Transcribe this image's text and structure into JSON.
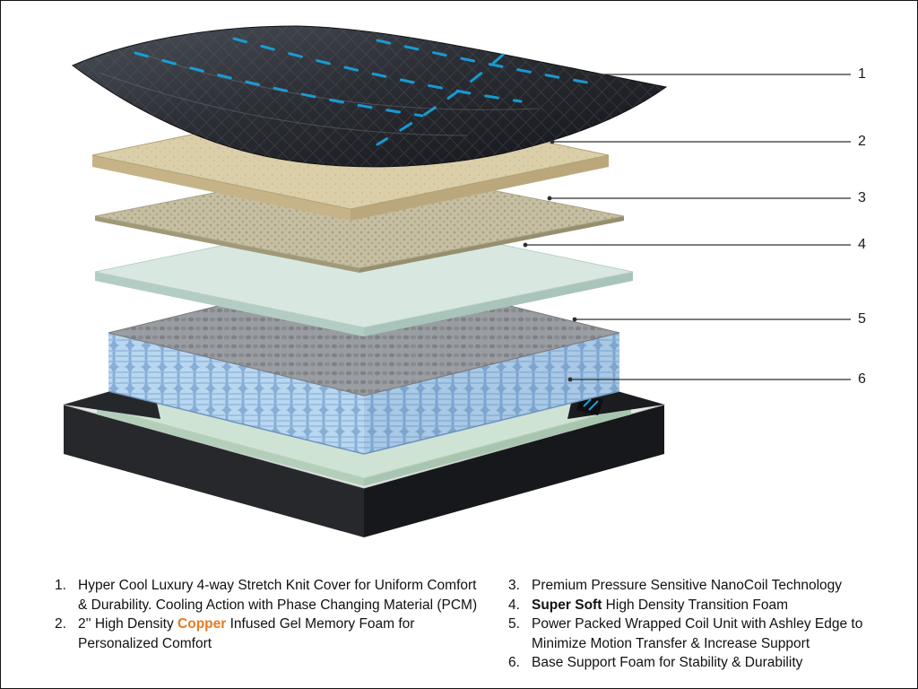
{
  "callout_numbers": [
    "1",
    "2",
    "3",
    "4",
    "5",
    "6"
  ],
  "legend": {
    "left": [
      {
        "number": "1.",
        "text": "Hyper Cool Luxury 4-way Stretch Knit Cover for Uniform Comfort & Durability. Cooling Action with Phase Changing Material (PCM)"
      },
      {
        "number": "2.",
        "prefix": "2'' High Density ",
        "highlight": "Copper",
        "suffix": " Infused Gel Memory Foam for Personalized Comfort"
      }
    ],
    "right": [
      {
        "number": "3.",
        "text": "Premium Pressure Sensitive NanoCoil Technology"
      },
      {
        "number": "4.",
        "bold": "Super Soft",
        "rest": " High Density Transition Foam"
      },
      {
        "number": "5.",
        "text": "Power Packed Wrapped Coil Unit with Ashley Edge to Minimize Motion Transfer & Increase Support"
      },
      {
        "number": "6.",
        "text": "Base Support Foam for Stability & Durability"
      }
    ]
  },
  "colors": {
    "copper_highlight": "#e87a1e",
    "accent_blue": "#17a6e3",
    "cover_dark": "#1a1c20",
    "memory_foam_tan": "#dbcfa9",
    "mesh_beige": "#c6bfa2",
    "transition_mint": "#d8e8e1",
    "coil_blue": "#aecbe9",
    "base_foam_green": "#cfe3d4",
    "base_dark": "#222428",
    "callout_line": "#2f2f2f"
  }
}
